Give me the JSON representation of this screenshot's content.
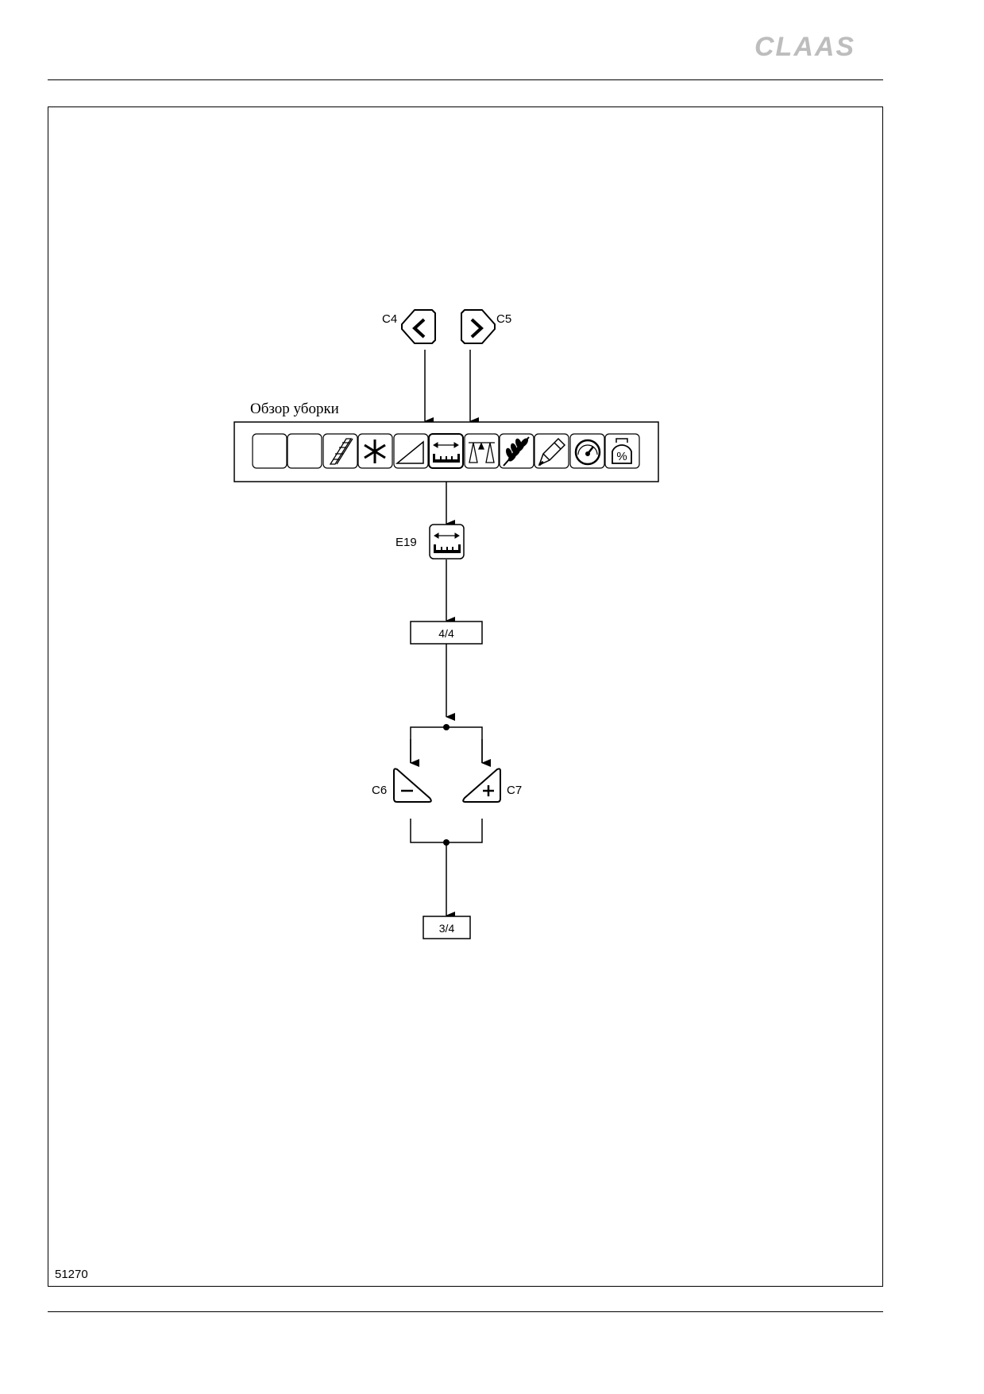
{
  "brand": {
    "logo_text": "CLAAS"
  },
  "screen": {
    "title": "Обзор уборки",
    "icons": [
      "blank",
      "blank",
      "straw-chopper-icon",
      "asterisk-icon",
      "slope-icon",
      "width-icon",
      "scale-icon",
      "grain-icon",
      "pencil-icon",
      "gauge-icon",
      "percent-icon"
    ]
  },
  "keys": {
    "c4": "C4",
    "c5": "C5",
    "c6": "C6",
    "c7": "C7",
    "e19": "E19"
  },
  "boxes": {
    "upper": "4/4",
    "lower": "3/4"
  },
  "figure_ref": "51270"
}
